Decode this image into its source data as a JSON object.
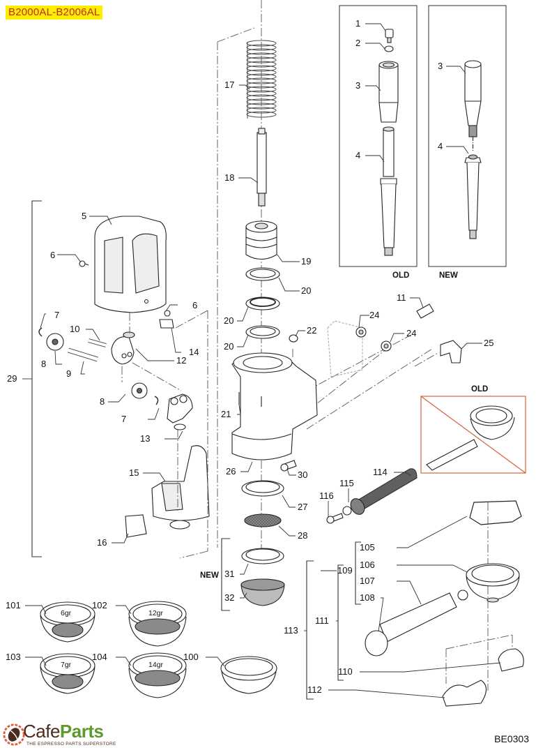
{
  "header": {
    "model_range": "B2000AL-B2006AL"
  },
  "footer": {
    "brand_cafe": "Cafe",
    "brand_parts": "Parts",
    "tagline": "THE ESPRESSO PARTS SUPERSTORE",
    "drawing_code": "BE0303"
  },
  "colors": {
    "badge_bg": "#ffee00",
    "badge_text": "#c0281e",
    "obsolete_frame": "#d8603c",
    "brand_brown": "#4a2c1e",
    "brand_green": "#5d9a2b"
  },
  "panels": {
    "old_label": "OLD",
    "new_label": "NEW",
    "old_portafilter_label": "OLD",
    "new_group_label": "NEW"
  },
  "parts": {
    "lever_old": [
      "1",
      "2",
      "3",
      "4"
    ],
    "lever_new": [
      "3",
      "4"
    ],
    "p5": "5",
    "p6": "6",
    "p7": "7",
    "p8": "8",
    "p9": "9",
    "p10": "10",
    "p11": "11",
    "p12": "12",
    "p13": "13",
    "p14": "14",
    "p15": "15",
    "p16": "16",
    "p17": "17",
    "p18": "18",
    "p19": "19",
    "p20": "20",
    "p21": "21",
    "p22": "22",
    "p24": "24",
    "p25": "25",
    "p26": "26",
    "p27": "27",
    "p28": "28",
    "p29": "29",
    "p30": "30",
    "p31": "31",
    "p32": "32",
    "p100": "100",
    "p101": "101",
    "p102": "102",
    "p103": "103",
    "p104": "104",
    "p105": "105",
    "p106": "106",
    "p107": "107",
    "p108": "108",
    "p109": "109",
    "p110": "110",
    "p111": "111",
    "p112": "112",
    "p113": "113",
    "p114": "114",
    "p115": "115",
    "p116": "116"
  },
  "filter_baskets": [
    {
      "part": "101",
      "capacity": "6gr"
    },
    {
      "part": "102",
      "capacity": "12gr"
    },
    {
      "part": "103",
      "capacity": "7gr"
    },
    {
      "part": "104",
      "capacity": "14gr"
    },
    {
      "part": "100",
      "capacity": ""
    }
  ]
}
